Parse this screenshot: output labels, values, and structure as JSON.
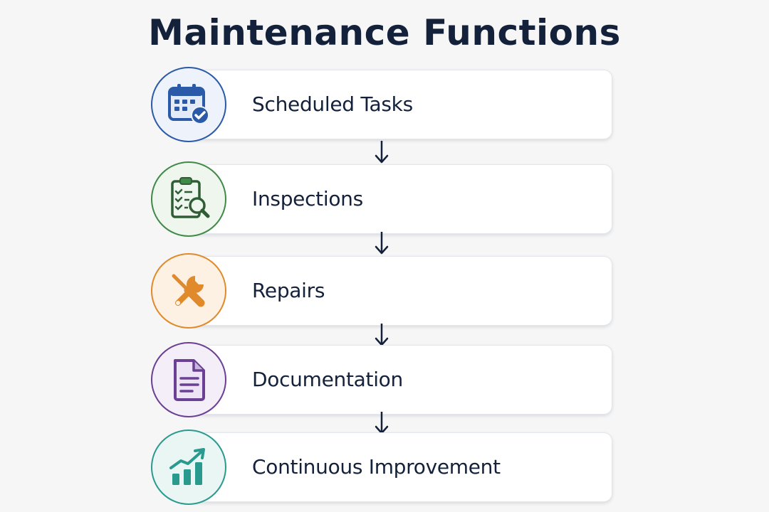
{
  "title": "Maintenance Functions",
  "steps": [
    {
      "label": "Scheduled Tasks",
      "icon": "calendar-check-icon",
      "color": "#2a5aa8",
      "bg": "#eef3fb"
    },
    {
      "label": "Inspections",
      "icon": "clipboard-search-icon",
      "color": "#3f8a47",
      "bg": "#eef6ee"
    },
    {
      "label": "Repairs",
      "icon": "wrench-screwdriver-icon",
      "color": "#e08a2c",
      "bg": "#fdf1e4"
    },
    {
      "label": "Documentation",
      "icon": "document-icon",
      "color": "#6a3f94",
      "bg": "#f3eef8"
    },
    {
      "label": "Continuous Improvement",
      "icon": "growth-chart-icon",
      "color": "#2a9a8f",
      "bg": "#e9f6f4"
    }
  ],
  "colors": {
    "title": "#14213a",
    "arrow": "#14213a",
    "background": "#f6f6f6"
  }
}
